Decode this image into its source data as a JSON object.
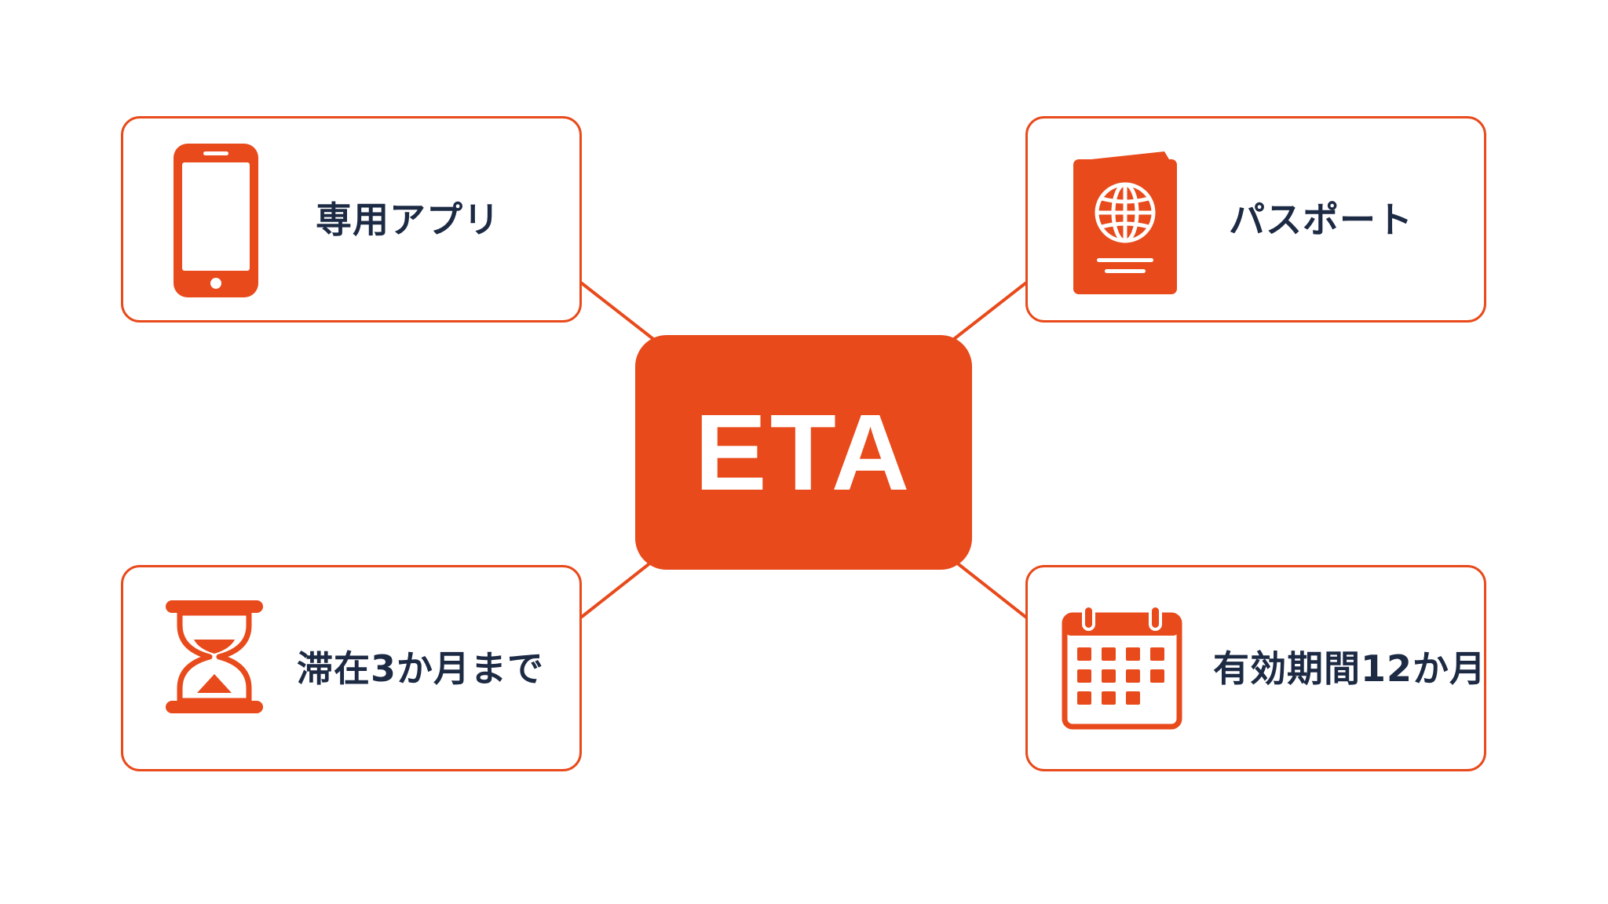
{
  "colors": {
    "accent": "#e84a1b",
    "text": "#1d2a44",
    "background": "#ffffff"
  },
  "center": {
    "label": "ETA"
  },
  "nodes": {
    "app": {
      "label": "専用アプリ",
      "icon": "smartphone-icon"
    },
    "passport": {
      "label": "パスポート",
      "icon": "passport-icon"
    },
    "stay": {
      "label": "滞在3か月まで",
      "icon": "hourglass-icon"
    },
    "validity": {
      "label": "有効期間12か月",
      "icon": "calendar-icon"
    }
  }
}
